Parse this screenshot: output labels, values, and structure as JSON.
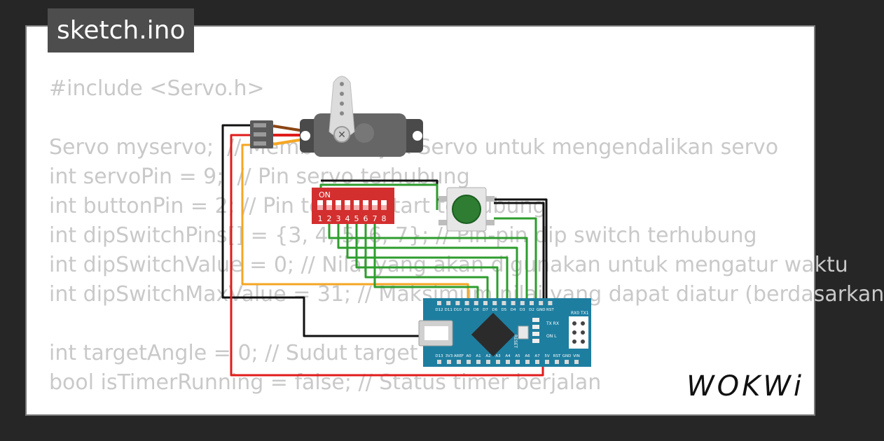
{
  "window": {
    "tab_title": "sketch.ino"
  },
  "brand": {
    "logo_text": "WOKWi"
  },
  "code_lines": [
    "#include <Servo.h>",
    "",
    "Servo myservo;  // Membuat objek Servo untuk mengendalikan servo",
    "int servoPin = 9;  // Pin servo terhubung",
    "int buttonPin = 2; // Pin tombol start terhubung",
    "int dipSwitchPins[] = {3, 4, 5, 6, 7}; // Pin-pin dip switch terhubung",
    "int dipSwitchValue = 0; // Nilai yang akan digunakan untuk mengatur waktu",
    "int dipSwitchMaxValue = 31; // Maksimum nilai yang dapat diatur (berdasarkan",
    "",
    "int targetAngle = 0; // Sudut target untuk servo",
    "bool isTimerRunning = false; // Status timer berjalan"
  ],
  "dip_switch": {
    "on_label": "ON",
    "numbers": [
      "1",
      "2",
      "3",
      "4",
      "5",
      "6",
      "7",
      "8"
    ]
  },
  "nano": {
    "top_pins": [
      "D12",
      "D11",
      "D10",
      "D9",
      "D8",
      "D7",
      "D6",
      "D5",
      "D4",
      "D3",
      "D2",
      "GND",
      "RST"
    ],
    "bottom_pins": [
      "D13",
      "3V3",
      "AREF",
      "A0",
      "A1",
      "A2",
      "A3",
      "A4",
      "A5",
      "A6",
      "A7",
      "5V",
      "RST",
      "GND",
      "VIN"
    ],
    "rx_tx": "RX0 TX1",
    "reset_label": "RESET",
    "led_labels": [
      "TX",
      "RX",
      "ON",
      "L"
    ]
  },
  "colors": {
    "background": "#262626",
    "card": "#ffffff",
    "code_text": "#c9c9c9",
    "nano_board": "#1e7ea0",
    "dip_red": "#d32f2f",
    "button_green": "#2e7d32",
    "wire_green": "#2e9d2e",
    "wire_black": "#111111",
    "wire_red": "#e01b1b",
    "wire_orange": "#f5a623"
  }
}
